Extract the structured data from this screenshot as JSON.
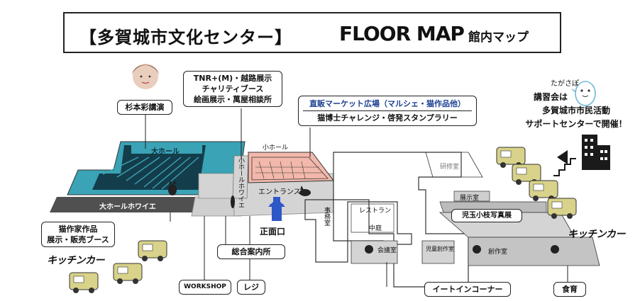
{
  "header": {
    "title": "【多賀城市文化センター】",
    "floor_map": "FLOOR MAP",
    "floor_map_jp": "館内マップ"
  },
  "callouts": {
    "sugimoto": "杉本彩講演",
    "tnr_lines": [
      "TNR+(M)・越路展示",
      "チャリティブース",
      "絵画展示・萬屋相談所"
    ],
    "market_title": "直販マーケット広場（マルシェ・猫作品他）",
    "market_sub": "猫博士チャレンジ・啓発スタンプラリー",
    "artist_lines": [
      "猫作家作品",
      "展示・販売ブース"
    ],
    "info_desk": "総合案内所",
    "workshop": "WORKSHOP",
    "register": "レジ",
    "eat_in": "イートインコーナー",
    "shokuiku": "食育",
    "kodama": "児玉小枝写真展"
  },
  "tagasapo": {
    "name": "たがさぽ",
    "lines": [
      "講習会は",
      "多賀城市市民活動",
      "サポートセンターで開催！"
    ]
  },
  "kitchen_car_label": "キッチンカー",
  "rooms": {
    "large_hall": "大ホール",
    "large_hall_foyer": "大ホールホワイエ",
    "small_hall": "小ホール",
    "small_hall_foyer": "小ホールホワイエ",
    "entrance": "エントランス",
    "main_entrance": "正面口",
    "office": "事務室",
    "restaurant": "レストラン",
    "courtyard": "中庭",
    "meeting_room": "会議室",
    "creative_room": "児童創作室",
    "workshop_room": "創作室",
    "exhibition_room": "展示室",
    "lecture_room": "研修室"
  },
  "colors": {
    "large_hall": "#3aa3b5",
    "small_hall": "#f2b8ab",
    "market_text": "#1c3f93",
    "corridor": "#d4d4d4",
    "entrance_arrow": "#2e57c7",
    "kitchen_car": "#d8d28a"
  }
}
